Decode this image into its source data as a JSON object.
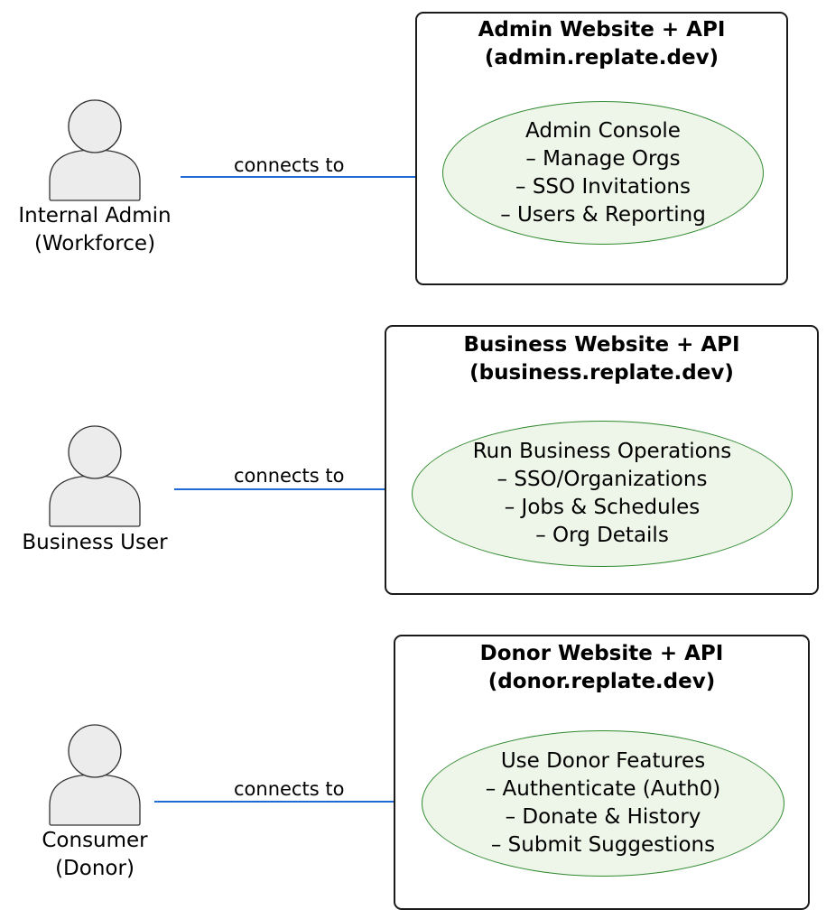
{
  "colors": {
    "box_border": "#1a1a1a",
    "usecase_fill": "#eef5e9",
    "usecase_border": "#2f8a2f",
    "actor_fill": "#ececec",
    "actor_stroke": "#333333",
    "arrow": "#1e6bd6"
  },
  "rows": [
    {
      "actor": {
        "icon": "person-icon",
        "label_lines": [
          "Internal Admin",
          "(Workforce)"
        ]
      },
      "connector_label": "connects to",
      "system": {
        "title_lines": [
          "Admin Website + API",
          "(admin.replate.dev)"
        ]
      },
      "usecase": {
        "lines": [
          "Admin Console",
          "– Manage Orgs",
          "– SSO Invitations",
          "– Users & Reporting"
        ]
      }
    },
    {
      "actor": {
        "icon": "person-icon",
        "label_lines": [
          "Business User"
        ]
      },
      "connector_label": "connects to",
      "system": {
        "title_lines": [
          "Business Website + API",
          "(business.replate.dev)"
        ]
      },
      "usecase": {
        "lines": [
          "Run Business Operations",
          "– SSO/Organizations",
          "– Jobs & Schedules",
          "– Org Details"
        ]
      }
    },
    {
      "actor": {
        "icon": "person-icon",
        "label_lines": [
          "Consumer",
          "(Donor)"
        ]
      },
      "connector_label": "connects to",
      "system": {
        "title_lines": [
          "Donor Website + API",
          "(donor.replate.dev)"
        ]
      },
      "usecase": {
        "lines": [
          "Use Donor Features",
          "– Authenticate (Auth0)",
          "– Donate & History",
          "– Submit Suggestions"
        ]
      }
    }
  ]
}
